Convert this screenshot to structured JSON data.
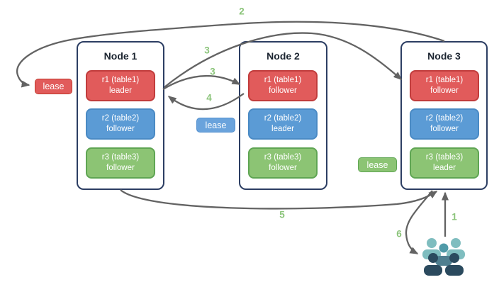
{
  "diagram": {
    "nodes": [
      {
        "title": "Node 1",
        "replicas": [
          {
            "name": "r1 (table1)",
            "role": "leader",
            "color": "red"
          },
          {
            "name": "r2 (table2)",
            "role": "follower",
            "color": "blue"
          },
          {
            "name": "r3 (table3)",
            "role": "follower",
            "color": "green"
          }
        ]
      },
      {
        "title": "Node 2",
        "replicas": [
          {
            "name": "r1 (table1)",
            "role": "follower",
            "color": "red"
          },
          {
            "name": "r2 (table2)",
            "role": "leader",
            "color": "blue"
          },
          {
            "name": "r3 (table3)",
            "role": "follower",
            "color": "green"
          }
        ]
      },
      {
        "title": "Node 3",
        "replicas": [
          {
            "name": "r1 (table1)",
            "role": "follower",
            "color": "red"
          },
          {
            "name": "r2 (table2)",
            "role": "follower",
            "color": "blue"
          },
          {
            "name": "r3 (table3)",
            "role": "leader",
            "color": "green"
          }
        ]
      }
    ],
    "leases": [
      {
        "label": "lease",
        "color": "red"
      },
      {
        "label": "lease",
        "color": "blue"
      },
      {
        "label": "lease",
        "color": "green"
      }
    ],
    "steps": {
      "s1": "1",
      "s2": "2",
      "s3a": "3",
      "s3b": "3",
      "s4": "4",
      "s5": "5",
      "s6": "6"
    },
    "colors": {
      "replica_red": "#e15b5b",
      "replica_red_border": "#c13c3c",
      "replica_blue": "#5b9bd5",
      "replica_blue_border": "#4a8ac4",
      "replica_green": "#8cc474",
      "replica_green_border": "#5fa553",
      "node_border": "#2c3e63",
      "arrow": "#636363",
      "step_label": "#8bc47a",
      "users_light": "#7fbdbf",
      "users_medium": "#4f7f90",
      "users_dark": "#2b4a5e"
    }
  }
}
